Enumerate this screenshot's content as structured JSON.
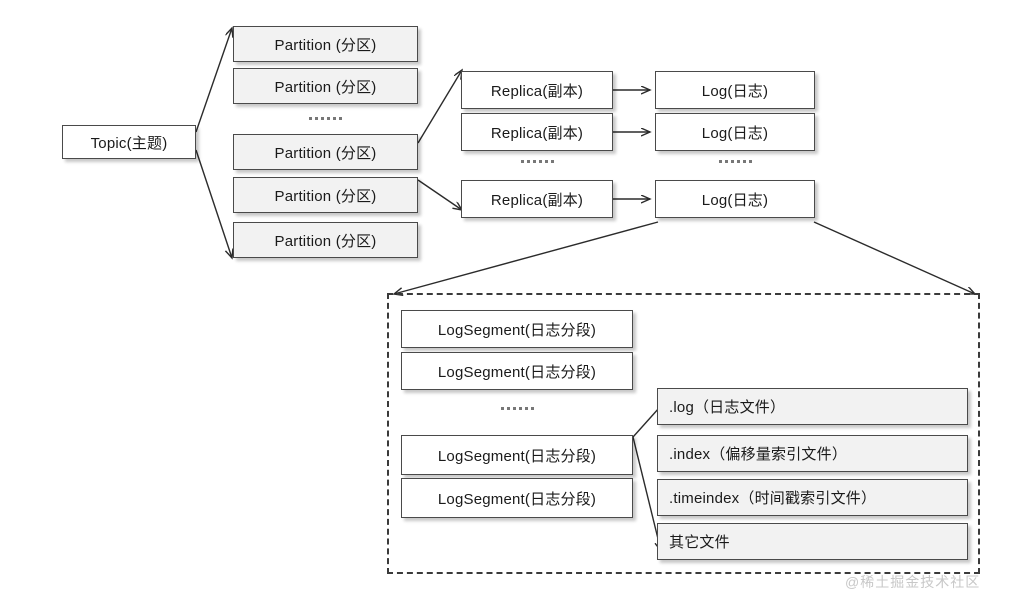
{
  "diagram": {
    "title": "Kafka Topic Partition Replica Log Storage Structure",
    "background_color": "#ffffff",
    "border_color": "#4a4a4a",
    "gray_fill": "#f2f2f2",
    "white_fill": "#ffffff",
    "watermark": "@稀土掘金技术社区",
    "ellipsis_label": "......"
  },
  "topic": {
    "label": "Topic(主题)"
  },
  "partitions": [
    {
      "label": "Partition (分区)"
    },
    {
      "label": "Partition (分区)"
    },
    {
      "label": "Partition (分区)"
    },
    {
      "label": "Partition (分区)"
    },
    {
      "label": "Partition (分区)"
    }
  ],
  "replicas": [
    {
      "label": "Replica(副本)"
    },
    {
      "label": "Replica(副本)"
    },
    {
      "label": "Replica(副本)"
    }
  ],
  "logs": [
    {
      "label": "Log(日志)"
    },
    {
      "label": "Log(日志)"
    },
    {
      "label": "Log(日志)"
    }
  ],
  "log_segments": [
    {
      "label": "LogSegment(日志分段)"
    },
    {
      "label": "LogSegment(日志分段)"
    },
    {
      "label": "LogSegment(日志分段)"
    },
    {
      "label": "LogSegment(日志分段)"
    }
  ],
  "files": [
    {
      "label": ".log（日志文件）"
    },
    {
      "label": ".index（偏移量索引文件）"
    },
    {
      "label": ".timeindex（时间戳索引文件）"
    },
    {
      "label": "其它文件"
    }
  ]
}
